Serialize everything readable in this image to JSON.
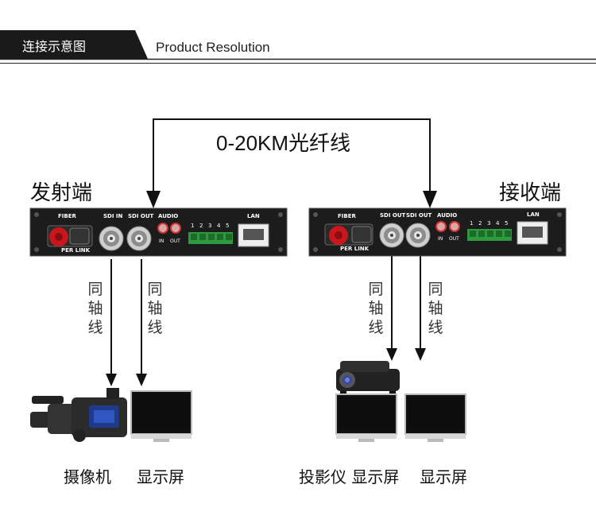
{
  "header": {
    "title": "连接示意图",
    "subtitle": "Product Resolution"
  },
  "link_label": "0-20KM光纤线",
  "transmitter": {
    "title": "发射端",
    "panel": {
      "fiber": "FIBER",
      "per_link": "PER LINK",
      "sdi_in": "SDI IN",
      "sdi_out": "SDI OUT",
      "audio": "AUDIO",
      "audio_in": "IN",
      "audio_out": "OUT",
      "terminals": [
        "1",
        "2",
        "3",
        "4",
        "5"
      ],
      "lan": "LAN"
    }
  },
  "receiver": {
    "title": "接收端",
    "panel": {
      "fiber": "FIBER",
      "per_link": "PER LINK",
      "sdi_out_1": "SDI OUT",
      "sdi_out_2": "SDI OUT",
      "audio": "AUDIO",
      "audio_in": "IN",
      "audio_out": "OUT",
      "terminals": [
        "1",
        "2",
        "3",
        "4",
        "5"
      ],
      "lan": "LAN"
    }
  },
  "cable_label": "同轴线",
  "devices": {
    "camera": "摄像机",
    "display_1": "显示屏",
    "projector_display": "投影仪 显示屏",
    "display_2": "显示屏"
  },
  "colors": {
    "header_bg": "#1a1a1a",
    "panel_bg": "#1c1c1c",
    "fiber_port": "#c8161d",
    "terminal_block": "#2e9a3e",
    "text_dark": "#111111"
  }
}
